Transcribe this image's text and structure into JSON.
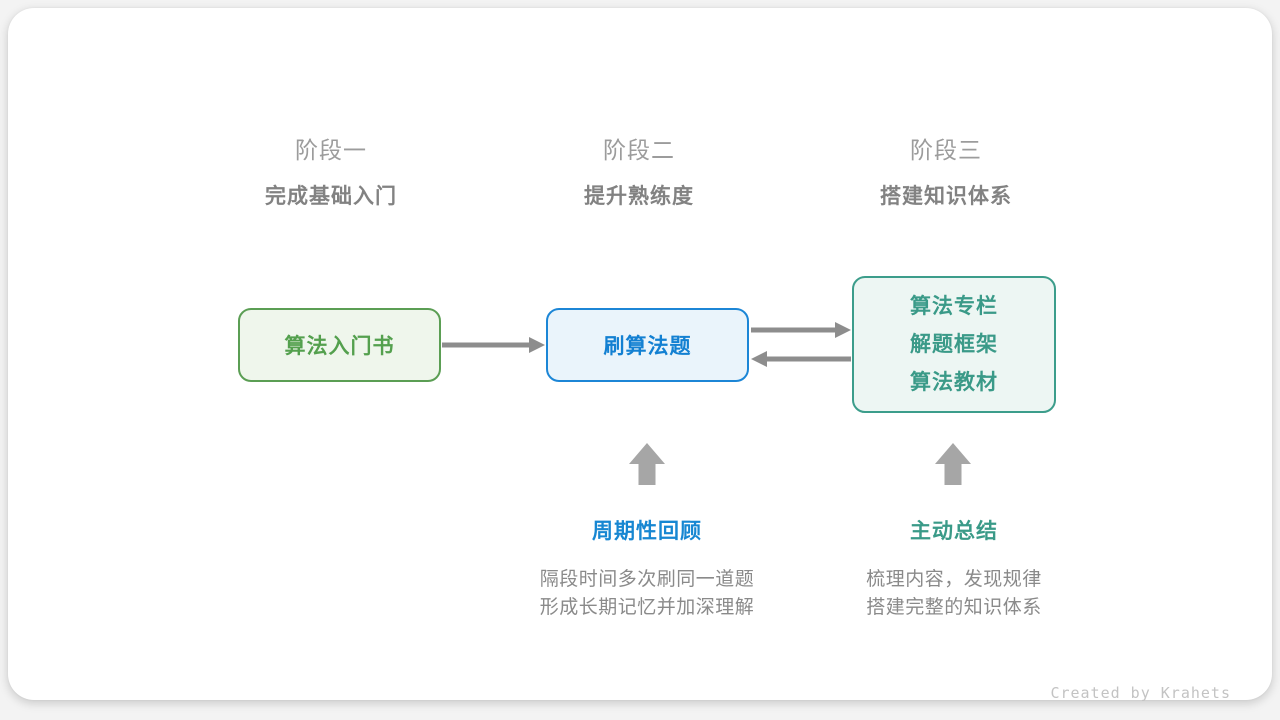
{
  "stages": [
    {
      "label": "阶段一",
      "subtitle": "完成基础入门"
    },
    {
      "label": "阶段二",
      "subtitle": "提升熟练度"
    },
    {
      "label": "阶段三",
      "subtitle": "搭建知识体系"
    }
  ],
  "nodes": [
    {
      "title": "算法入门书"
    },
    {
      "title": "刷算法题"
    },
    {
      "lines": [
        "算法专栏",
        "解题框架",
        "算法教材"
      ]
    }
  ],
  "annotations": [
    {
      "title": "周期性回顾",
      "lines": [
        "隔段时间多次刷同一道题",
        "形成长期记忆并加深理解"
      ]
    },
    {
      "title": "主动总结",
      "lines": [
        "梳理内容，发现规律",
        "搭建完整的知识体系"
      ]
    }
  ],
  "credit": "Created by Krahets",
  "colors": {
    "node1_border": "#5b9e54",
    "node1_fill": "#eff6ec",
    "node1_text": "#54a04e",
    "node2_border": "#1c86d6",
    "node2_fill": "#eaf4fb",
    "node2_text": "#1380d2",
    "node3_border": "#3c9d8b",
    "node3_fill": "#edf6f3",
    "node3_text": "#3a9a88",
    "connector_arrow": "#8d8d8d",
    "block_arrow": "#a6a6a6",
    "stage_label": "#9c9c9c",
    "stage_subtitle": "#828282",
    "desc_text": "#8a8a8a",
    "credit_text": "#c3c3c3"
  }
}
